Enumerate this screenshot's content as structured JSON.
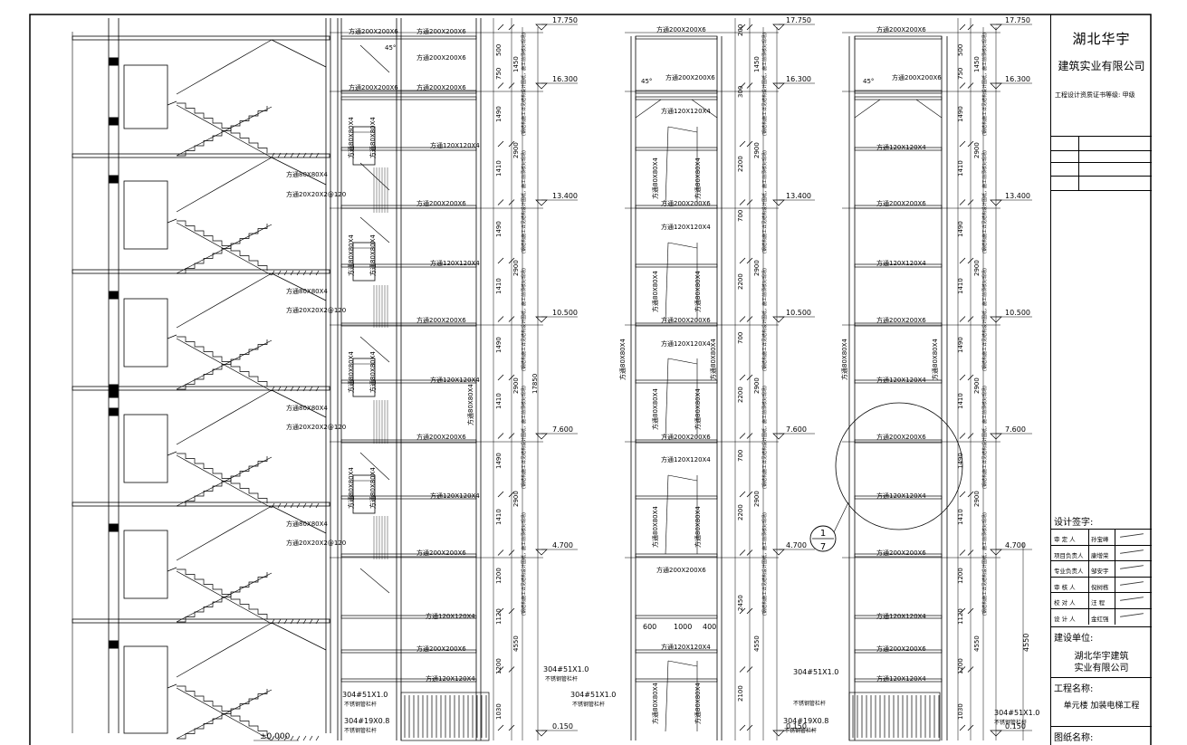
{
  "title_block": {
    "company_line1": "湖北华宇",
    "company_line2": "建筑实业有限公司",
    "certificate": "工程设计资质证书等级: 甲级",
    "design_signature_label": "设计签字:",
    "signature_rows": [
      {
        "role": "审 定 人",
        "name": "孙宝峰"
      },
      {
        "role": "项目负责人",
        "name": "康增荣"
      },
      {
        "role": "专业负责人",
        "name": "邹安宇"
      },
      {
        "role": "审 核 人",
        "name": "倪树栋"
      },
      {
        "role": "校 对 人",
        "name": "汪 程"
      },
      {
        "role": "设 计 人",
        "name": "金红强"
      }
    ],
    "client_label": "建设单位:",
    "client_line1": "湖北华宇建筑",
    "client_line2": "实业有限公司",
    "project_label": "工程名称:",
    "project_name": "单元楼 加装电梯工程",
    "drawing_label": "图纸名称:"
  },
  "elevations": [
    "17.750",
    "16.300",
    "13.400",
    "10.500",
    "7.600",
    "4.700",
    "0.150"
  ],
  "ground_label": "±0.000",
  "section_labels": {
    "sq200": "方通200X200X6",
    "sq120": "方通120X120X4",
    "sq80": "方通80X80X4",
    "sq80b": "方通20X20X2@120",
    "angle": "45°"
  },
  "dims_left": [
    "500",
    "750",
    "1490",
    "1410",
    "1490",
    "1410",
    "1490",
    "1410",
    "1490",
    "1410",
    "1200",
    "1120",
    "1200",
    "1030"
  ],
  "dims_tot": [
    "1450",
    "2900",
    "2900",
    "2900",
    "2900",
    "4550"
  ],
  "dims_mid": [
    "200",
    "300",
    "2200",
    "700",
    "2200",
    "700",
    "2200",
    "700",
    "2200",
    "2450",
    "2100"
  ],
  "dims_top_mid": [
    "600",
    "1000",
    "400"
  ],
  "rail_notes": [
    "304#51X1.0",
    "不锈钢管栏杆",
    "304#19X0.8",
    "不锈钢管栏杆"
  ],
  "detail_callout": {
    "num": "1",
    "sheet": "7"
  },
  "overall_dim": "17850",
  "right_dim": "4550",
  "vertical_note": "(钢结构施工详见结构设计图纸，施工前须核对现场)"
}
